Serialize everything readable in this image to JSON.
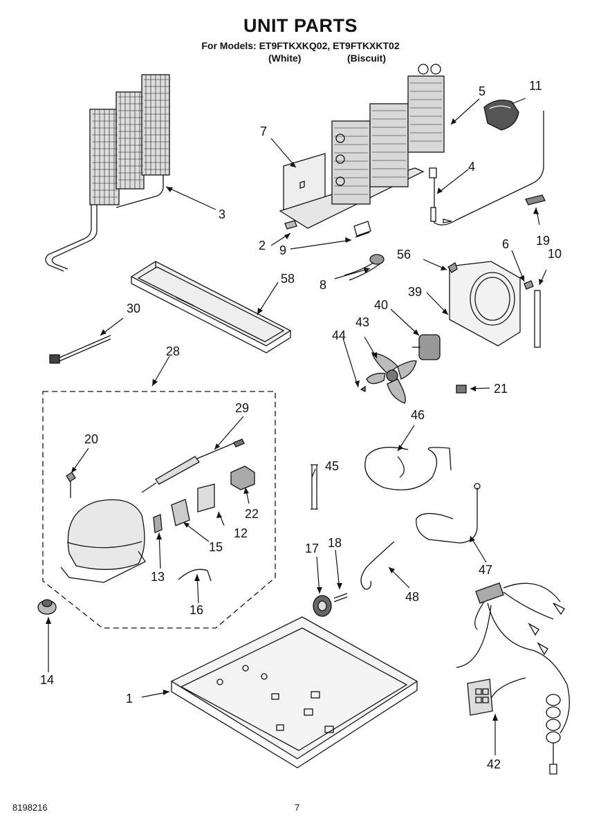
{
  "header": {
    "title": "UNIT PARTS",
    "models_line": "For Models: ET9FTKXKQ02, ET9FTKXKT02",
    "color_white": "(White)",
    "color_biscuit": "(Biscuit)"
  },
  "callouts": {
    "c1": "1",
    "c2": "2",
    "c3": "3",
    "c4": "4",
    "c5": "5",
    "c6": "6",
    "c7": "7",
    "c8": "8",
    "c9": "9",
    "c10": "10",
    "c11": "11",
    "c12": "12",
    "c13": "13",
    "c14": "14",
    "c15": "15",
    "c16": "16",
    "c17": "17",
    "c18": "18",
    "c19": "19",
    "c20": "20",
    "c21": "21",
    "c22": "22",
    "c28": "28",
    "c29": "29",
    "c30": "30",
    "c39": "39",
    "c40": "40",
    "c42": "42",
    "c43": "43",
    "c44": "44",
    "c45": "45",
    "c46": "46",
    "c47": "47",
    "c48": "48",
    "c56": "56",
    "c58": "58"
  },
  "footer": {
    "doc_number": "8198216",
    "page_number": "7"
  }
}
